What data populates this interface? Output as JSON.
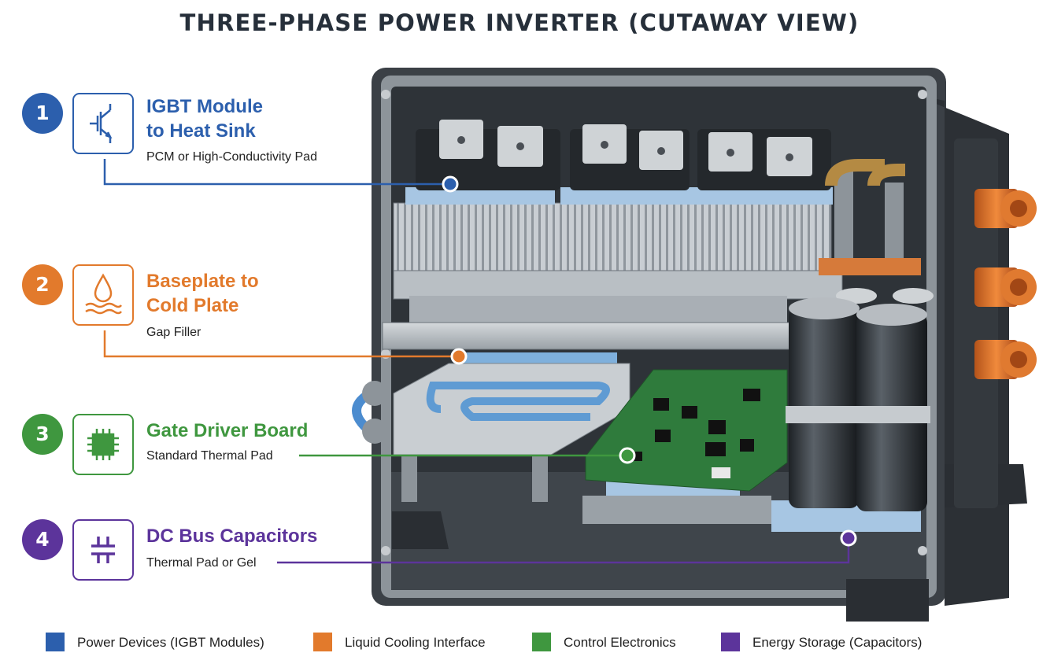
{
  "title": "THREE-PHASE POWER INVERTER (CUTAWAY VIEW)",
  "colors": {
    "blue": "#2c5fad",
    "orange": "#e27a2c",
    "green": "#3f973f",
    "purple": "#5c349b"
  },
  "callouts": [
    {
      "number": "1",
      "title": "IGBT Module\nto Heat Sink",
      "subtitle": "PCM or High-Conductivity Pad",
      "icon": "igbt-transistor-icon"
    },
    {
      "number": "2",
      "title": "Baseplate to\nCold Plate",
      "subtitle": "Gap Filler",
      "icon": "liquid-drop-icon"
    },
    {
      "number": "3",
      "title": "Gate Driver Board",
      "subtitle": "Standard Thermal Pad",
      "icon": "chip-icon"
    },
    {
      "number": "4",
      "title": "DC Bus Capacitors",
      "subtitle": "Thermal Pad or Gel",
      "icon": "capacitor-icon"
    }
  ],
  "legend": [
    {
      "label": "Power Devices (IGBT Modules)"
    },
    {
      "label": "Liquid Cooling Interface"
    },
    {
      "label": "Control Electronics"
    },
    {
      "label": "Energy Storage (Capacitors)"
    }
  ]
}
